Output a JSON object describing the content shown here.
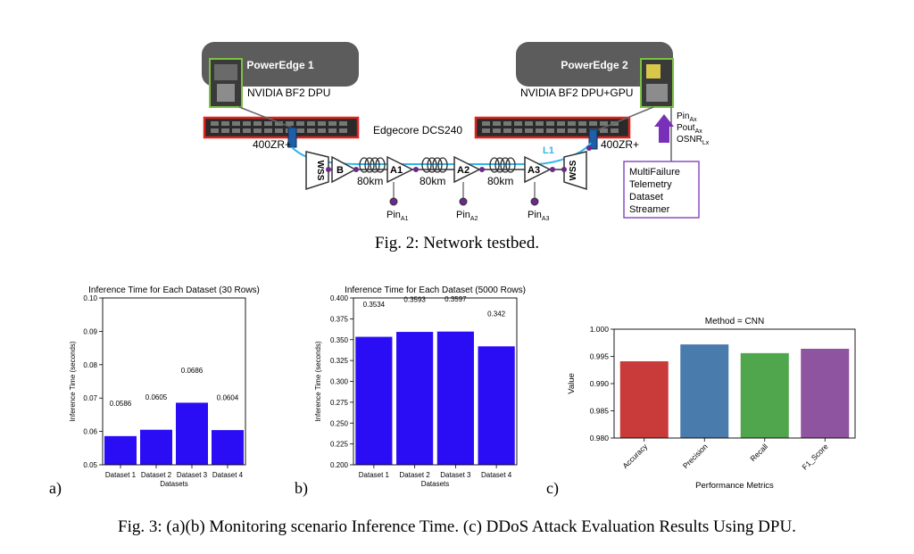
{
  "figure2": {
    "caption": "Fig. 2: Network testbed.",
    "server1": {
      "name": "PowerEdge 1",
      "device": "NVIDIA BF2 DPU"
    },
    "server2": {
      "name": "PowerEdge 2",
      "device": "NVIDIA BF2 DPU+GPU"
    },
    "switch_label": "Edgecore DCS240",
    "transceiver_left": "400ZR+",
    "transceiver_right": "400ZR+",
    "wss_left": "WSS",
    "wss_right": "WSS",
    "amplifiers": [
      "B",
      "A1",
      "A2",
      "A3"
    ],
    "spans": [
      "80km",
      "80km",
      "80km"
    ],
    "link_label": "L1",
    "pin_labels": [
      {
        "base": "Pin",
        "sub": "A1"
      },
      {
        "base": "Pin",
        "sub": "A2"
      },
      {
        "base": "Pin",
        "sub": "A3"
      }
    ],
    "telemetry_params": [
      {
        "base": "Pin",
        "sub": "Ax"
      },
      {
        "base": "Pout",
        "sub": "Ax"
      },
      {
        "base": "OSNR",
        "sub": "Lx"
      }
    ],
    "streamer_lines": [
      "MultiFailure",
      "Telemetry",
      "Dataset",
      "Streamer"
    ],
    "colors": {
      "server_box": "#5c5c5c",
      "switch_border": "#e0231d",
      "fiber": "#33b5ea",
      "streamer_border": "#8a4fc0",
      "node": "#6b2a8a",
      "arrow": "#7a2fb8",
      "dpu_border": "#7cc142"
    }
  },
  "figure3": {
    "caption": "Fig. 3: (a)(b) Monitoring scenario Inference Time. (c) DDoS Attack Evaluation Results Using DPU.",
    "panel_labels": [
      "a)",
      "b)",
      "c)"
    ],
    "charts": {
      "a": {
        "type": "bar",
        "title": "Inference Time for Each Dataset (30 Rows)",
        "xlabel": "Datasets",
        "ylabel": "Inference Time (seconds)",
        "ylim": [
          0.05,
          0.1
        ],
        "yticks": [
          "0.05",
          "0.06",
          "0.07",
          "0.08",
          "0.09",
          "0.10"
        ],
        "categories": [
          "Dataset 1",
          "Dataset 2",
          "Dataset 3",
          "Dataset 4"
        ],
        "values": [
          0.0586,
          0.0605,
          0.0686,
          0.0604
        ],
        "data_labels": [
          "0.0586",
          "0.0605",
          "0.0686",
          "0.0604"
        ],
        "bar_color": "#2a0df5"
      },
      "b": {
        "type": "bar",
        "title": "Inference Time for Each Dataset (5000 Rows)",
        "xlabel": "Datasets",
        "ylabel": "Inference Time (seconds)",
        "ylim": [
          0.2,
          0.4
        ],
        "yticks": [
          "0.200",
          "0.225",
          "0.250",
          "0.275",
          "0.300",
          "0.325",
          "0.350",
          "0.375",
          "0.400"
        ],
        "categories": [
          "Dataset 1",
          "Dataset 2",
          "Dataset 3",
          "Dataset 4"
        ],
        "values": [
          0.3534,
          0.3593,
          0.3597,
          0.342
        ],
        "data_labels": [
          "0.3534",
          "0.3593",
          "0.3597",
          "0.342"
        ],
        "bar_color": "#2a0df5"
      },
      "c": {
        "type": "bar",
        "title": "Method = CNN",
        "xlabel": "Performance Metrics",
        "ylabel": "Value",
        "ylim": [
          0.98,
          1.0
        ],
        "yticks": [
          "0.980",
          "0.985",
          "0.990",
          "0.995",
          "1.000"
        ],
        "categories": [
          "Accuracy",
          "Precision",
          "Recall",
          "F1_Score"
        ],
        "values": [
          0.9941,
          0.9972,
          0.9956,
          0.9964
        ],
        "bar_colors": [
          "#c93a3a",
          "#4a7bad",
          "#4fa64d",
          "#8f54a0"
        ]
      }
    }
  }
}
